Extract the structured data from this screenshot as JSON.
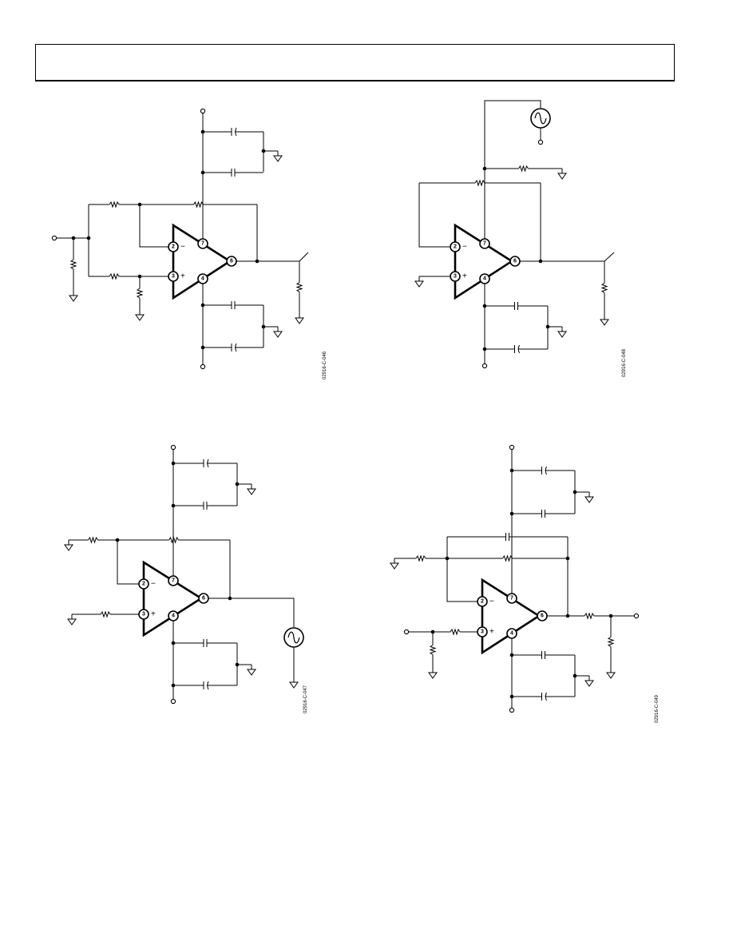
{
  "header": {
    "text": ""
  },
  "circuits": [
    {
      "pins": {
        "inv": "2",
        "noninv": "3",
        "vpos": "7",
        "vneg": "4",
        "out": "6"
      },
      "signs": {
        "minus": "−",
        "plus": "+"
      },
      "figure_id": "02916-C-046"
    },
    {
      "pins": {
        "inv": "2",
        "noninv": "3",
        "vpos": "7",
        "vneg": "4",
        "out": "6"
      },
      "signs": {
        "minus": "−",
        "plus": "+"
      },
      "figure_id": "02916-C-048"
    },
    {
      "pins": {
        "inv": "2",
        "noninv": "3",
        "vpos": "7",
        "vneg": "4",
        "out": "6"
      },
      "signs": {
        "minus": "−",
        "plus": "+"
      },
      "figure_id": "02916-C-047"
    },
    {
      "pins": {
        "inv": "2",
        "noninv": "3",
        "vpos": "7",
        "vneg": "4",
        "out": "6"
      },
      "signs": {
        "minus": "−",
        "plus": "+"
      },
      "figure_id": "02916-C-049"
    }
  ]
}
